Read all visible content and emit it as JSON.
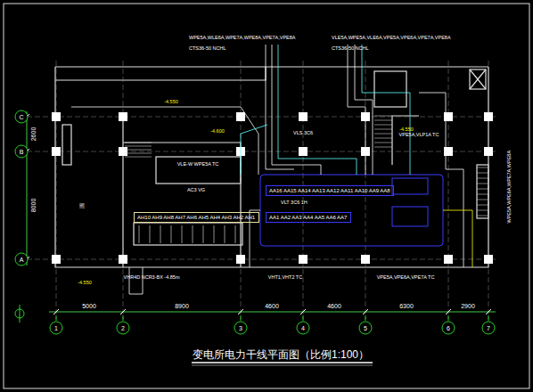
{
  "diagram": {
    "title": "变电所电力干线平面图（比例1:100）",
    "nodes": [
      {
        "text": [
          "AA16 AA15 AA14 AA13 AA12 AA11 AA10 AA9 AA8"
        ]
      },
      {
        "text": [
          "AA1 AA2 AA3 AA4 AA5 AA6 AA7"
        ]
      },
      {
        "text": [
          "AH10 AH9 AH8 AH7 AH6 AH5 AH4 AH3 AH2 AH1"
        ]
      }
    ],
    "labels": [
      "C",
      "B",
      "A",
      "2600",
      "8000",
      "5000",
      "8900",
      "4600",
      "4600",
      "6300",
      "2900",
      "1",
      "2",
      "3",
      "4",
      "5",
      "6",
      "7",
      "-4.550",
      "-4.600",
      "-4.550",
      "-4.550",
      "VLE-W WPE5A TC",
      "AC3 VG",
      "VLS 3C6",
      "VLT 3C6 1H",
      "WPE5A,WLE6A,WPE7A,WPE8A,VPE7A,VPE8A",
      "VLE5A,WPE5A,VLE6A,VPE5A,VPE6A,VPE7A,VPE8A",
      "CTS36-50 NCHL",
      "CTS36-50 NCHL",
      "VPE5A,VLP1A TC",
      "VHT1,VHT2 TC",
      "VHR4D NCR3-BX -4.85m",
      "VPE5A,VPE6A,VPE7A TC",
      "WPE5A,WPE6A,WPE7A,WPE8A",
      "照"
    ]
  }
}
